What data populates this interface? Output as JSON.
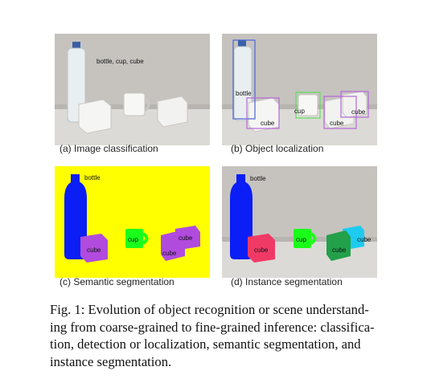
{
  "panels": {
    "a": {
      "subcaption": "(a) Image classification",
      "label": "bottle, cup, cube"
    },
    "b": {
      "subcaption": "(b) Object localization",
      "labels": {
        "bottle": "bottle",
        "cup": "cup",
        "cube1": "cube",
        "cube2": "cube",
        "cube3": "cube"
      },
      "box_colors": {
        "bottle": "#4a63d6",
        "cup": "#5ee05e",
        "cube": "#b469d6"
      }
    },
    "c": {
      "subcaption": "(c) Semantic segmentation",
      "labels": {
        "bottle": "bottle",
        "cup": "cup",
        "cube1": "cube",
        "cube2": "cube",
        "cube3": "cube"
      },
      "colors": {
        "background": "#ffff00",
        "bottle": "#0a1ef5",
        "cup": "#1aff1a",
        "cube": "#b14bde"
      }
    },
    "d": {
      "subcaption": "(d) Instance segmentation",
      "labels": {
        "bottle": "bottle",
        "cup": "cup",
        "cube1": "cube",
        "cube2": "cube",
        "cube3": "cube"
      },
      "colors": {
        "bottle": "#0a1ef5",
        "cup": "#1aff1a",
        "cube_red": "#f03a66",
        "cube_green": "#22a04a",
        "cube_cyan": "#1ecbf0"
      }
    }
  },
  "caption": {
    "line1": "Fig. 1: Evolution of object recognition or scene understand-",
    "line2": "ing from coarse-grained to fine-grained inference: classifica-",
    "line3": "tion, detection or localization, semantic segmentation, and",
    "line4": "instance segmentation."
  }
}
